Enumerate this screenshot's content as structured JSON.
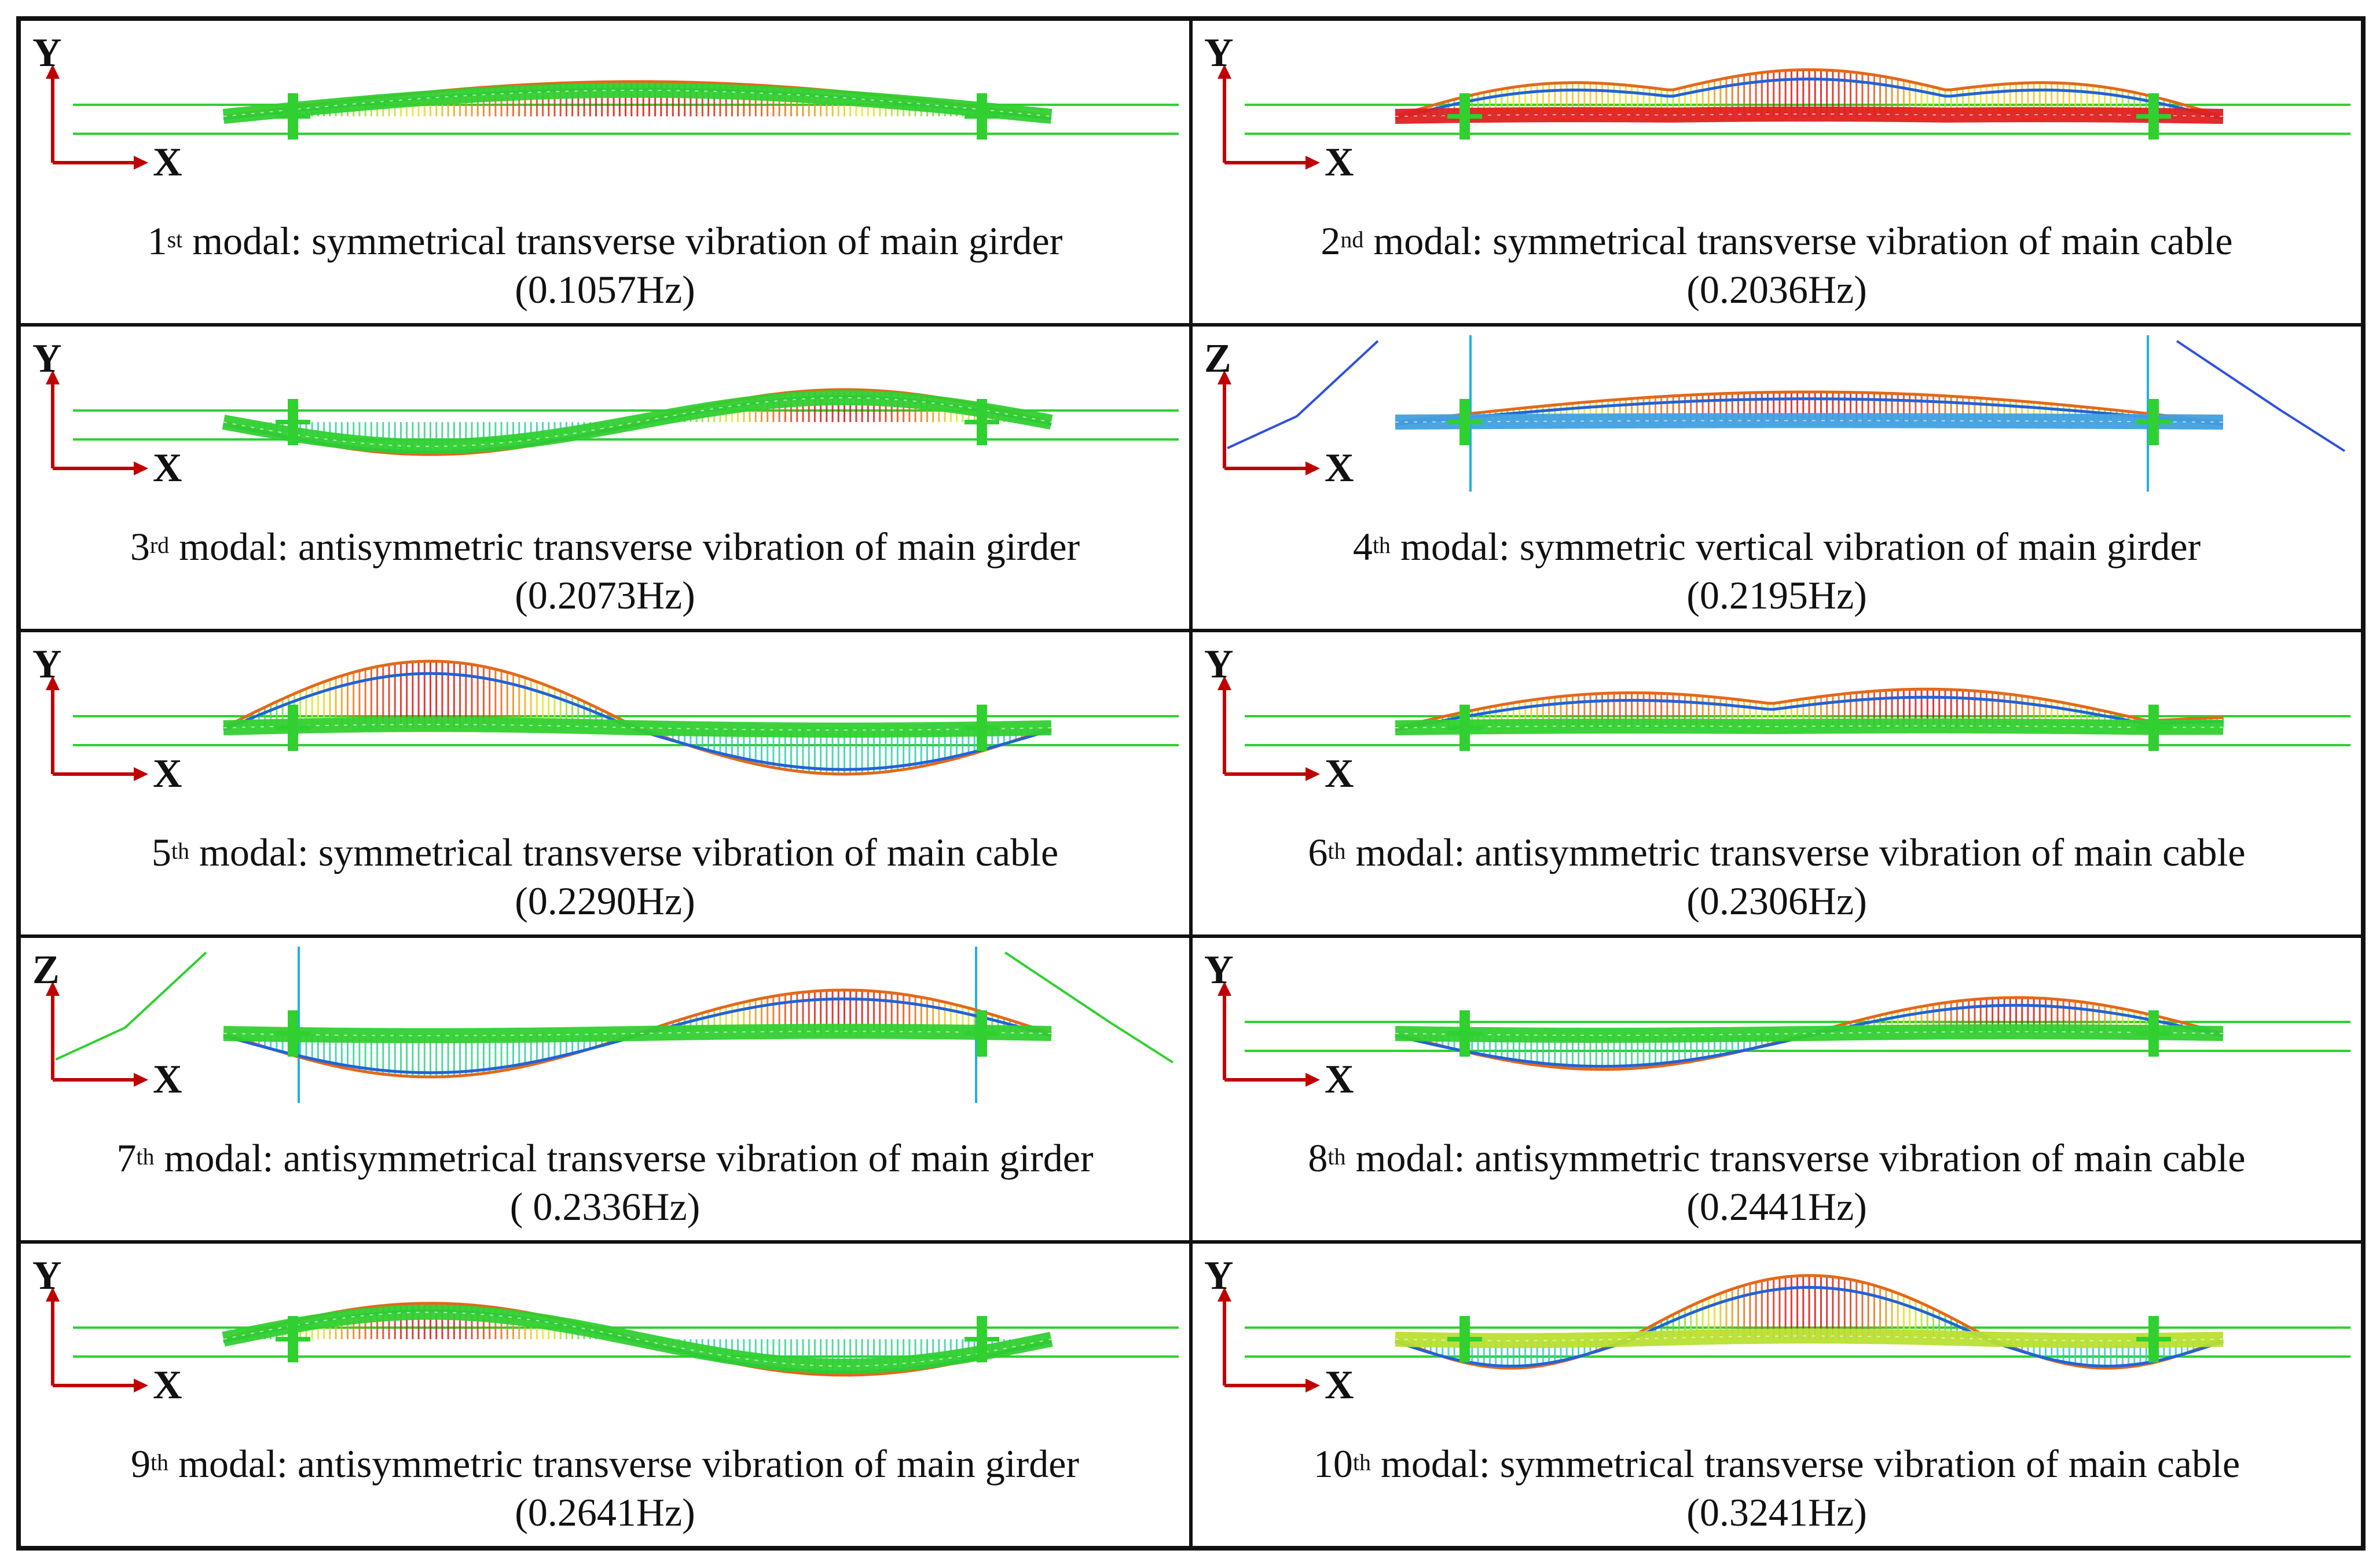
{
  "colors": {
    "axis_arrow": "#c00000",
    "deck": "#22cc22",
    "hanger_low": "#2030d0",
    "hanger_high": "#e01010"
  },
  "panels": [
    {
      "ordinal": "1",
      "suffix": "st",
      "text": "modal: symmetrical transverse vibration of main girder",
      "freq": "(0.1057Hz)",
      "axis": "Y",
      "hz": "X",
      "type": "t",
      "mode": "sym-girder"
    },
    {
      "ordinal": "2",
      "suffix": "nd",
      "text": "modal: symmetrical transverse vibration of  main cable",
      "freq": "(0.2036Hz)",
      "axis": "Y",
      "hz": "X",
      "type": "t",
      "mode": "sym-cable"
    },
    {
      "ordinal": "3",
      "suffix": "rd",
      "text": "modal: antisymmetric transverse vibration of main girder",
      "freq": "(0.2073Hz)",
      "axis": "Y",
      "hz": "X",
      "type": "t",
      "mode": "anti-girder"
    },
    {
      "ordinal": "4",
      "suffix": "th",
      "text": "modal: symmetric vertical vibration of main girder",
      "freq": "(0.2195Hz)",
      "axis": "Z",
      "hz": "X",
      "type": "v",
      "mode": "sym-vertical"
    },
    {
      "ordinal": "5",
      "suffix": "th",
      "text": "modal: symmetrical transverse vibration of main cable",
      "freq": "(0.2290Hz)",
      "axis": "Y",
      "hz": "X",
      "type": "t",
      "mode": "two-lobe"
    },
    {
      "ordinal": "6",
      "suffix": "th",
      "text": "modal: antisymmetric transverse vibration of main cable",
      "freq": "(0.2306Hz)",
      "axis": "Y",
      "hz": "X",
      "type": "t",
      "mode": "double-hump"
    },
    {
      "ordinal": "7",
      "suffix": "th",
      "text": "modal: antisymmetrical transverse vibration of main girder",
      "freq": "( 0.2336Hz)",
      "axis": "Z",
      "hz": "X",
      "type": "v",
      "mode": "anti-vertical"
    },
    {
      "ordinal": "8",
      "suffix": "th",
      "text": "modal: antisymmetric transverse vibration of main cable",
      "freq": "(0.2441Hz)",
      "axis": "Y",
      "hz": "X",
      "type": "t",
      "mode": "anti-cable"
    },
    {
      "ordinal": "9",
      "suffix": "th",
      "text": "modal: antisymmetric transverse vibration of main girder",
      "freq": "(0.2641Hz)",
      "axis": "Y",
      "hz": "X",
      "type": "t",
      "mode": "anti-girder-2"
    },
    {
      "ordinal": "10",
      "suffix": "th",
      "text": "modal: symmetrical transverse vibration of main cable",
      "freq": "(0.3241Hz)",
      "axis": "Y",
      "hz": "X",
      "type": "t",
      "mode": "three-lobe"
    }
  ]
}
